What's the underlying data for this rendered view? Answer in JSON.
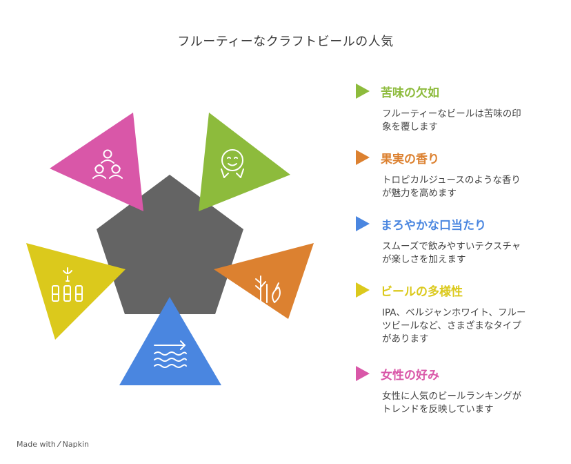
{
  "title": "フルーティーなクラフトビールの人気",
  "colors": {
    "center": "#646464",
    "bitterness": "#8dbb3c",
    "aroma": "#dc8130",
    "smooth": "#4a86e0",
    "variety": "#dbc91c",
    "women": "#d957a8"
  },
  "items": [
    {
      "title": "苦味の欠如",
      "desc_lines": [
        "フルーティーなビールは苦味の印",
        "象を覆します"
      ],
      "color": "#8dbb3c",
      "icon": "smiling-face-icon"
    },
    {
      "title": "果実の香り",
      "desc_lines": [
        "トロピカルジュースのような香り",
        "が魅力を高めます"
      ],
      "color": "#dc8130",
      "icon": "plants-icon"
    },
    {
      "title": "まろやかな口当たり",
      "desc_lines": [
        "スムーズで飲みやすいテクスチャ",
        "が楽しさを加えます"
      ],
      "color": "#4a86e0",
      "icon": "waves-arrow-icon"
    },
    {
      "title": "ビールの多様性",
      "desc_lines": [
        "IPA、ベルジャンホワイト、フルー",
        "ツビールなど、さまざまなタイプ",
        "があります"
      ],
      "color": "#dbc91c",
      "icon": "tasting-glasses-icon"
    },
    {
      "title": "女性の好み",
      "desc_lines": [
        "女性に人気のビールランキングが",
        "トレンドを反映しています"
      ],
      "color": "#d957a8",
      "icon": "group-of-women-icon"
    }
  ],
  "footer": {
    "made_with": "Made with",
    "brand": "Napkin"
  }
}
